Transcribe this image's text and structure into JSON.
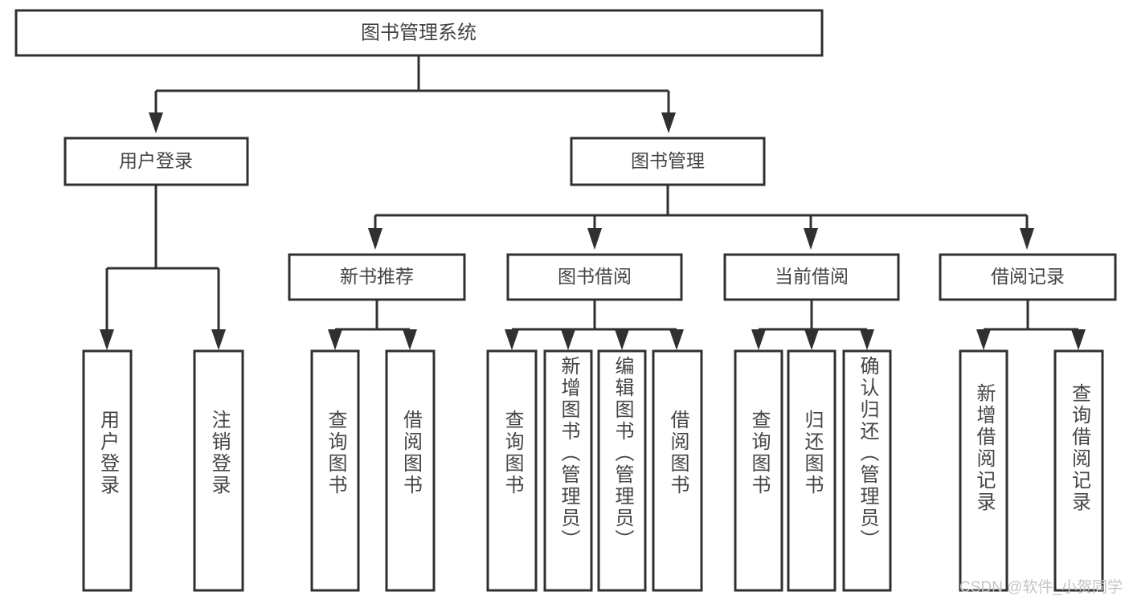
{
  "diagram": {
    "type": "tree-hierarchy",
    "title": "图书管理系统",
    "watermark": "CSDN @软件_小贺同学",
    "colors": {
      "stroke": "#303030",
      "box_fill": "#ffffff",
      "text": "#444444",
      "watermark": "#c4c4c4",
      "background": "#ffffff"
    },
    "levels": {
      "root": {
        "label": "图书管理系统"
      },
      "level2": [
        {
          "label": "用户登录"
        },
        {
          "label": "图书管理"
        }
      ],
      "level3": [
        {
          "label": "新书推荐"
        },
        {
          "label": "图书借阅"
        },
        {
          "label": "当前借阅"
        },
        {
          "label": "借阅记录"
        }
      ],
      "leaves": {
        "user_login_children": [
          {
            "label": "用户登录"
          },
          {
            "label": "注销登录"
          }
        ],
        "new_book_children": [
          {
            "label": "查询图书"
          },
          {
            "label": "借阅图书"
          }
        ],
        "book_borrow_children": [
          {
            "label": "查询图书"
          },
          {
            "label": "新增图书（管理员）"
          },
          {
            "label": "编辑图书（管理员）"
          },
          {
            "label": "借阅图书"
          }
        ],
        "current_borrow_children": [
          {
            "label": "查询图书"
          },
          {
            "label": "归还图书"
          },
          {
            "label": "确认归还（管理员）"
          }
        ],
        "borrow_record_children": [
          {
            "label": "新增借阅记录"
          },
          {
            "label": "查询借阅记录"
          }
        ]
      }
    }
  }
}
